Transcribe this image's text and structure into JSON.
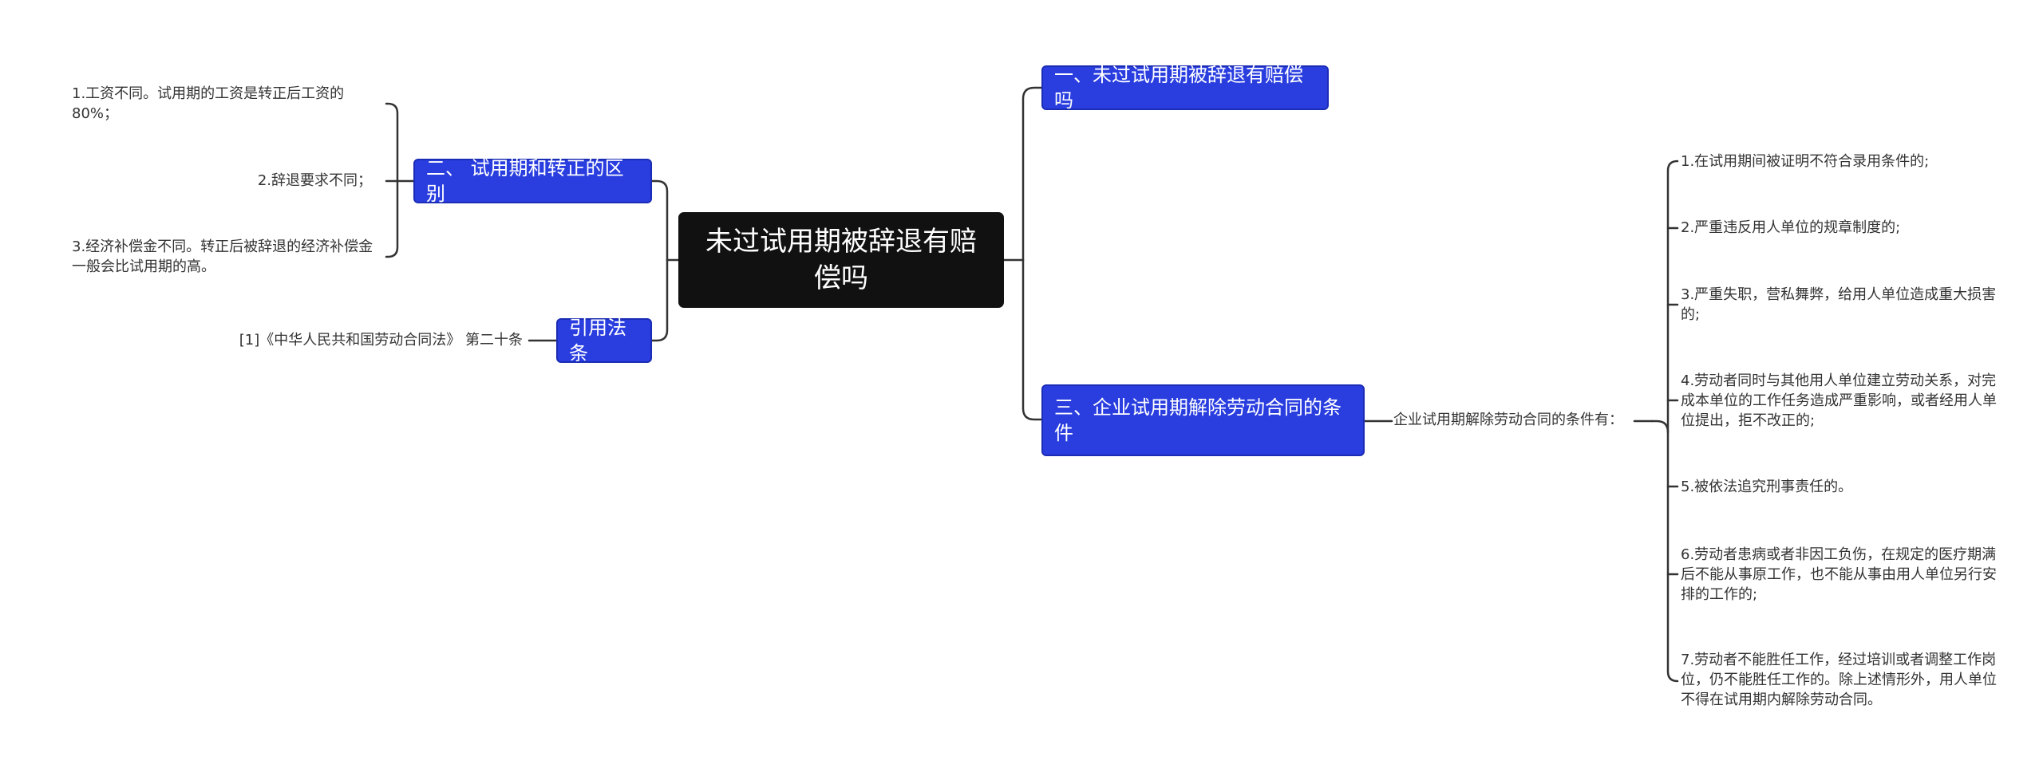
{
  "root": {
    "label": "未过试用期被辞退有赔偿吗"
  },
  "right_branches": {
    "b1": {
      "label": "一、未过试用期被辞退有赔偿吗"
    },
    "b3": {
      "label": "三、企业试用期解除劳动合同的条件",
      "sub_label": "企业试用期解除劳动合同的条件有：",
      "items": [
        "1.在试用期间被证明不符合录用条件的;",
        "2.严重违反用人单位的规章制度的;",
        "3.严重失职，营私舞弊，给用人单位造成重大损害的;",
        "4.劳动者同时与其他用人单位建立劳动关系，对完成本单位的工作任务造成严重影响，或者经用人单位提出，拒不改正的;",
        "5.被依法追究刑事责任的。",
        "6.劳动者患病或者非因工负伤，在规定的医疗期满后不能从事原工作，也不能从事由用人单位另行安排的工作的;",
        "7.劳动者不能胜任工作，经过培训或者调整工作岗位，仍不能胜任工作的。除上述情形外，用人单位不得在试用期内解除劳动合同。"
      ]
    }
  },
  "left_branches": {
    "b2": {
      "label": "二、 试用期和转正的区别",
      "items": [
        "1.工资不同。试用期的工资是转正后工资的80%；",
        "2.辞退要求不同；",
        "3.经济补偿金不同。转正后被辞退的经济补偿金一般会比试用期的高。"
      ]
    },
    "ref": {
      "label": "引用法条",
      "items": [
        "[1]《中华人民共和国劳动合同法》 第二十条"
      ]
    }
  },
  "colors": {
    "root_bg": "#111111",
    "branch_bg": "#2a3ee0",
    "line": "#333333"
  }
}
